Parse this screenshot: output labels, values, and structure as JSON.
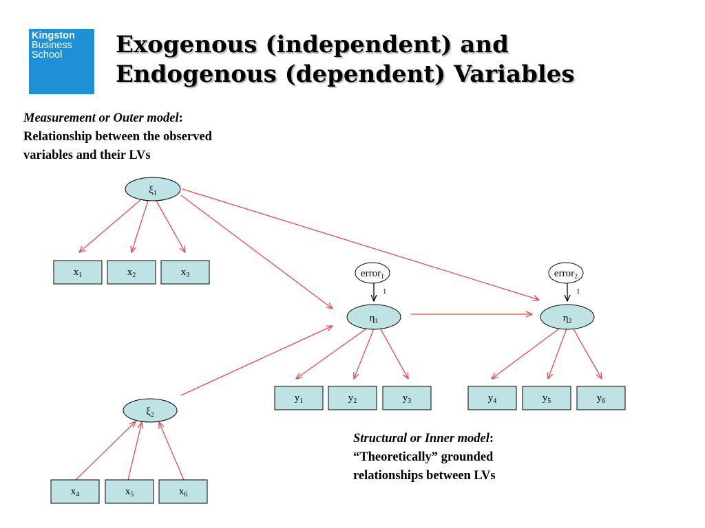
{
  "logo": {
    "line1": "Kingston",
    "line2": "Business",
    "line3": "School"
  },
  "title": {
    "line1": "Exogenous (independent) and",
    "line2": "Endogenous (dependent) Variables"
  },
  "measurement_note": {
    "heading": "Measurement or Outer model",
    "colon": ":",
    "line1": "Relationship between the observed",
    "line2": "variables and their LVs"
  },
  "structural_note": {
    "heading": "Structural or Inner model",
    "colon": ":",
    "line1": "“Theoretically” grounded",
    "line2": "relationships between LVs"
  },
  "latent": {
    "xi1": {
      "base": "ξ",
      "sub": "1"
    },
    "xi2": {
      "base": "ξ",
      "sub": "2"
    },
    "eta1": {
      "base": "η",
      "sub": "1"
    },
    "eta2": {
      "base": "η",
      "sub": "2"
    }
  },
  "errors": {
    "e1": {
      "base": "error",
      "sub": "1",
      "loading": "1"
    },
    "e2": {
      "base": "error",
      "sub": "2",
      "loading": "1"
    }
  },
  "indicators": {
    "x1": {
      "base": "x",
      "sub": "1"
    },
    "x2": {
      "base": "x",
      "sub": "2"
    },
    "x3": {
      "base": "x",
      "sub": "3"
    },
    "x4": {
      "base": "x",
      "sub": "4"
    },
    "x5": {
      "base": "x",
      "sub": "5"
    },
    "x6": {
      "base": "x",
      "sub": "6"
    },
    "y1": {
      "base": "y",
      "sub": "1"
    },
    "y2": {
      "base": "y",
      "sub": "2"
    },
    "y3": {
      "base": "y",
      "sub": "3"
    },
    "y4": {
      "base": "y",
      "sub": "4"
    },
    "y5": {
      "base": "y",
      "sub": "5"
    },
    "y6": {
      "base": "y",
      "sub": "6"
    }
  },
  "colors": {
    "arrow": "#e8494b",
    "node_fill": "#bfe3e5",
    "logo_bg": "#1f8fd6"
  }
}
